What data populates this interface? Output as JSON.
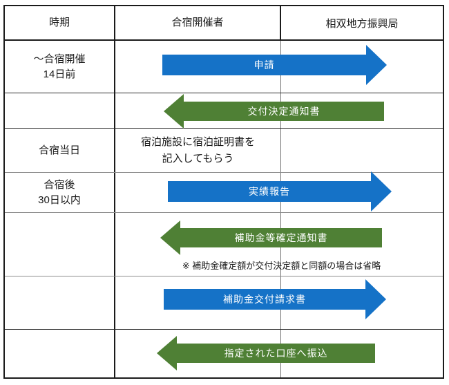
{
  "colors": {
    "arrow_blue": "#1572C7",
    "arrow_green": "#4F8035"
  },
  "header": {
    "time": "時期",
    "organizer": "合宿開催者",
    "bureau": "相双地方振興局"
  },
  "rows": [
    {
      "time": "～合宿開催\n14日前",
      "arrow_label": "申請",
      "arrow_direction": "right"
    },
    {
      "time": "",
      "arrow_label": "交付決定通知書",
      "arrow_direction": "left"
    },
    {
      "time": "合宿当日",
      "note": "宿泊施設に宿泊証明書を\n記入してもらう"
    },
    {
      "time": "合宿後\n30日以内",
      "arrow_label": "実績報告",
      "arrow_direction": "right"
    },
    {
      "time": "",
      "arrow_label": "補助金等確定通知書",
      "arrow_direction": "left",
      "footnote": "※ 補助金確定額が交付決定額と同額の場合は省略"
    },
    {
      "time": "",
      "arrow_label": "補助金交付請求書",
      "arrow_direction": "right"
    },
    {
      "time": "",
      "arrow_label": "指定された口座へ振込",
      "arrow_direction": "left"
    }
  ]
}
